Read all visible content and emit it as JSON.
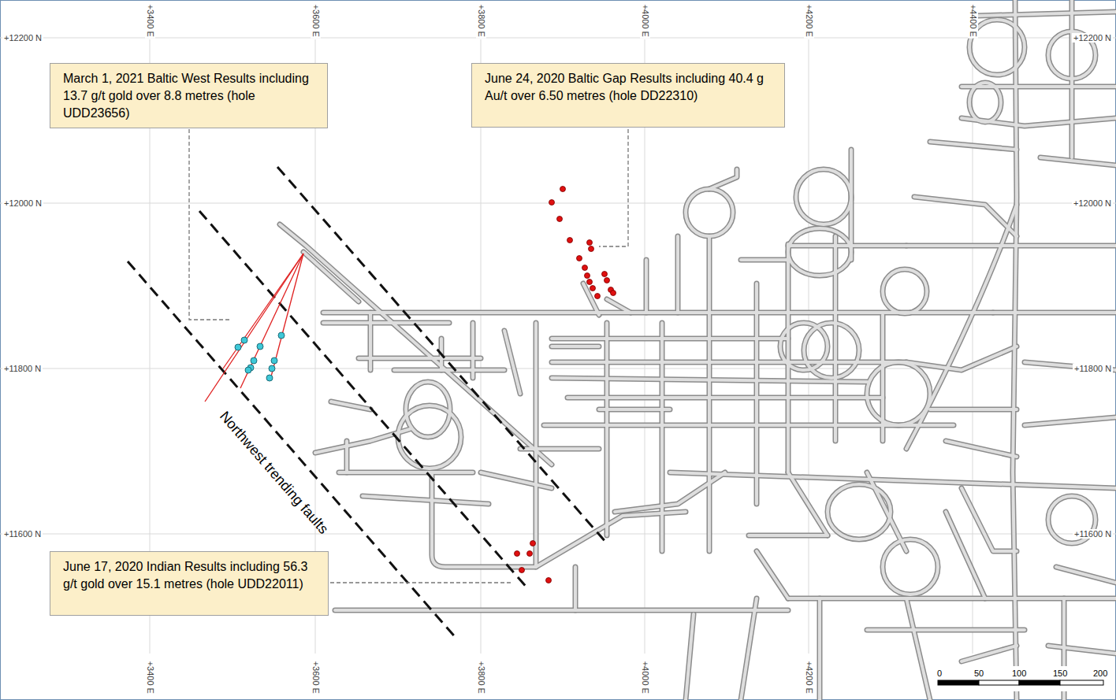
{
  "diagram": {
    "nodes": [
      {
        "text": [
          "March 1, 2021 Baltic West Results including 13.7 g/t gold over 8.8 metres (hole UDD23656)"
        ]
      },
      {
        "text": [
          "June 24, 2020 Baltic Gap Results including 40.4 g Au/t over 6.50 metres (hole DD22310)"
        ]
      },
      {
        "text": [
          "June 17, 2020 Indian Results including 56.3 g/t gold over 15.1 metres (hole UDD22011)"
        ]
      }
    ],
    "labels": [
      "+12200 N",
      "+12000 N",
      "+11800 N",
      "+11600 N",
      "+12200 N",
      "+12000 N",
      "+11800 N",
      "+11600 N",
      "+3400 E",
      "+3600 E",
      "+3800 E",
      "+4000 E",
      "+4200 E",
      "+4400 E",
      "+3400 E",
      "+3600 E",
      "+3800 E",
      "+4000 E",
      "+4200 E",
      "Northwest trending faults",
      "0",
      "50",
      "100",
      "150",
      "200"
    ]
  }
}
